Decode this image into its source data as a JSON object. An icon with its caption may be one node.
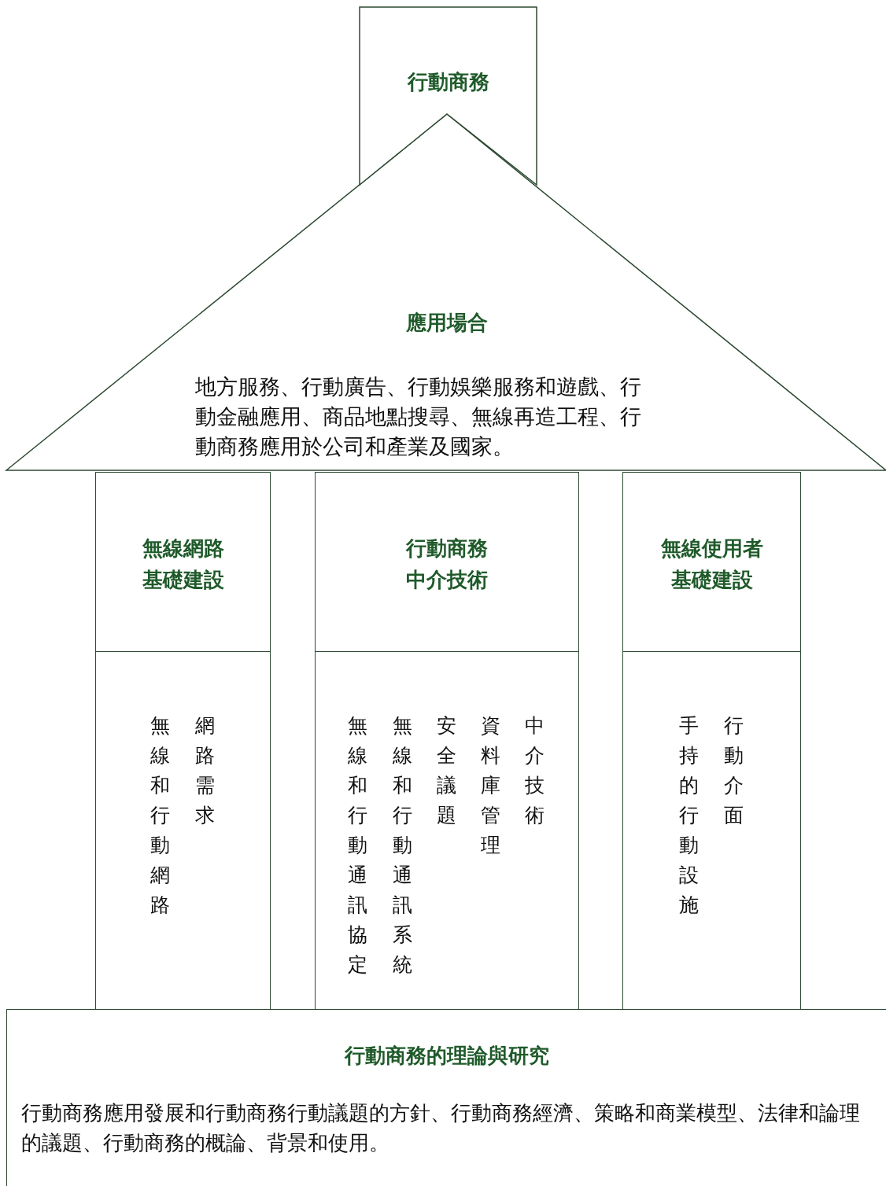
{
  "diagram": {
    "nodes": [
      {
        "text": [
          "行動商務"
        ]
      },
      {
        "text": [
          "應用場合",
          "地方服務、行動廣告、行動娛樂服務和遊戲、行動金融應用、商品地點搜尋、無線再造工程、行動商務應用於公司和產業及國家。"
        ]
      },
      {
        "text": [
          "無線網路基礎建設"
        ]
      },
      {
        "text": [
          "無線和行動網路",
          "網路需求"
        ]
      },
      {
        "text": [
          "行動商務中介技術"
        ]
      },
      {
        "text": [
          "無線和行動通訊協定",
          "無線和行動通訊系統",
          "安全議題",
          "資料庫管理",
          "中介技術"
        ]
      },
      {
        "text": [
          "無線使用者基礎建設"
        ]
      },
      {
        "text": [
          "手持的行動設施",
          "行動介面"
        ]
      },
      {
        "text": [
          "行動商務的理論與研究",
          "行動商務應用發展和行動商務行動議題的方針、行動商務經濟、策略和商業模型、法律和論理的議題、行動商務的概論、背景和使用。"
        ]
      }
    ],
    "edges": []
  }
}
